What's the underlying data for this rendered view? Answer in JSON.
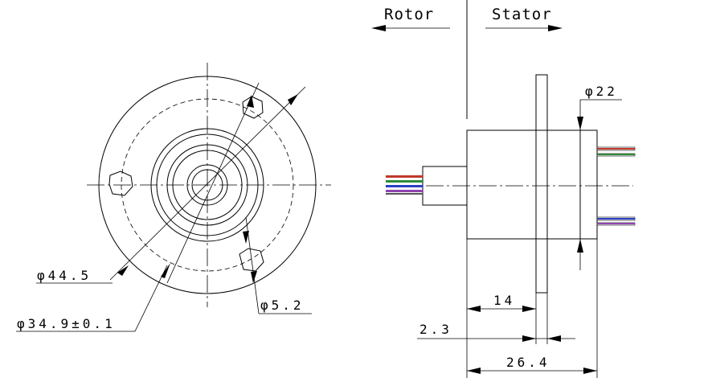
{
  "labels": {
    "rotor": "Rotor",
    "stator": "Stator",
    "dia_44_5": "φ44.5",
    "dia_34_9": "φ34.9±0.1",
    "dia_5_2": "φ5.2",
    "dia_22": "φ22",
    "len_14": "14",
    "len_2_3": "2.3",
    "len_26_4": "26.4"
  },
  "colors": {
    "line": "#000000",
    "wire_red": "#c0392b",
    "wire_green": "#2e8b3a",
    "wire_blue": "#2b3fc4",
    "wire_purple": "#8e44ad",
    "wire_white": "#ffffff"
  }
}
